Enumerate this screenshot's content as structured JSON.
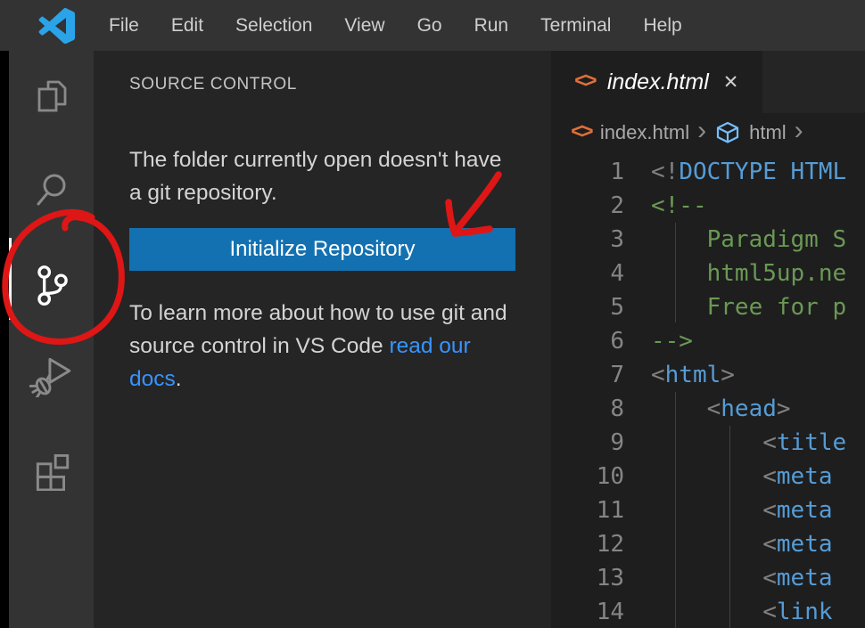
{
  "window": {
    "menu_items": [
      "File",
      "Edit",
      "Selection",
      "View",
      "Go",
      "Run",
      "Terminal",
      "Help"
    ]
  },
  "activity_bar": {
    "items": [
      {
        "id": "explorer",
        "icon": "files-icon",
        "active": false
      },
      {
        "id": "search",
        "icon": "search-icon",
        "active": false
      },
      {
        "id": "source-control",
        "icon": "source-control-icon",
        "active": true
      },
      {
        "id": "run-and-debug",
        "icon": "run-debug-icon",
        "active": false
      },
      {
        "id": "extensions",
        "icon": "extensions-icon",
        "active": false
      }
    ]
  },
  "sidebar": {
    "title": "SOURCE CONTROL",
    "message": "The folder currently open doesn't have a git repository.",
    "button_label": "Initialize Repository",
    "learn_before": "To learn more about how to use git and source control in VS Code ",
    "learn_link": "read our docs",
    "learn_after": "."
  },
  "editor": {
    "tab": {
      "label": "index.html"
    },
    "breadcrumbs": {
      "file": "index.html",
      "symbol": "html"
    },
    "code_lines": [
      {
        "n": "1",
        "segs": [
          [
            "p",
            "<!"
          ],
          [
            "t",
            "DOCTYPE HTML"
          ]
        ]
      },
      {
        "n": "2",
        "segs": [
          [
            "c",
            "<!--"
          ]
        ]
      },
      {
        "n": "3",
        "segs": [
          [
            "c",
            "    Paradigm S"
          ]
        ]
      },
      {
        "n": "4",
        "segs": [
          [
            "c",
            "    html5up.ne"
          ]
        ]
      },
      {
        "n": "5",
        "segs": [
          [
            "c",
            "    Free for p"
          ]
        ]
      },
      {
        "n": "6",
        "segs": [
          [
            "c",
            "-->"
          ]
        ]
      },
      {
        "n": "7",
        "segs": [
          [
            "p",
            "<"
          ],
          [
            "t",
            "html"
          ],
          [
            "p",
            ">"
          ]
        ]
      },
      {
        "n": "8",
        "segs": [
          [
            "x",
            "    "
          ],
          [
            "p",
            "<"
          ],
          [
            "t",
            "head"
          ],
          [
            "p",
            ">"
          ]
        ]
      },
      {
        "n": "9",
        "segs": [
          [
            "x",
            "        "
          ],
          [
            "p",
            "<"
          ],
          [
            "t",
            "title"
          ]
        ]
      },
      {
        "n": "10",
        "segs": [
          [
            "x",
            "        "
          ],
          [
            "p",
            "<"
          ],
          [
            "t",
            "meta"
          ]
        ]
      },
      {
        "n": "11",
        "segs": [
          [
            "x",
            "        "
          ],
          [
            "p",
            "<"
          ],
          [
            "t",
            "meta"
          ]
        ]
      },
      {
        "n": "12",
        "segs": [
          [
            "x",
            "        "
          ],
          [
            "p",
            "<"
          ],
          [
            "t",
            "meta"
          ]
        ]
      },
      {
        "n": "13",
        "segs": [
          [
            "x",
            "        "
          ],
          [
            "p",
            "<"
          ],
          [
            "t",
            "meta"
          ]
        ]
      },
      {
        "n": "14",
        "segs": [
          [
            "x",
            "        "
          ],
          [
            "p",
            "<"
          ],
          [
            "t",
            "link"
          ]
        ]
      }
    ]
  },
  "glyphs": {
    "html_file_icon": "<>",
    "tab_close": "✕",
    "breadcrumb_chevron": "›"
  },
  "annotations": {
    "circle_target": "source-control-activity-icon",
    "arrow_target": "initialize-repository-button",
    "color": "#de1616"
  },
  "colors": {
    "menubar_bg": "#333333",
    "sidebar_bg": "#252526",
    "editor_bg": "#1e1e1e",
    "button_blue": "#1371b1",
    "link_blue": "#3794ff",
    "tag_blue": "#569cd6",
    "comment_green": "#6a9955",
    "punctuation_gray": "#808080",
    "html_icon_orange": "#e0703a",
    "symbol_cube_blue": "#75beff",
    "annotation_red": "#de1616"
  }
}
